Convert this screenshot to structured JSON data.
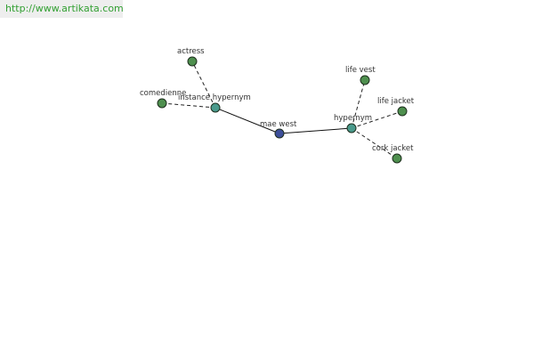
{
  "banner": {
    "url": "http://www.artikata.com"
  },
  "colors": {
    "root_node": "#3d4f9a",
    "relation_node": "#4a9a8c",
    "leaf_node": "#4e8f4e",
    "banner_text": "#33a033"
  },
  "graph": {
    "root": {
      "label": "mae west"
    },
    "relations": [
      {
        "id": "instance",
        "label": "instance hypernym"
      },
      {
        "id": "hypernym",
        "label": "hypernym"
      }
    ],
    "leaves": [
      {
        "id": "actress",
        "relation": "instance",
        "label": "actress"
      },
      {
        "id": "comedienne",
        "relation": "instance",
        "label": "comedienne"
      },
      {
        "id": "life-vest",
        "relation": "hypernym",
        "label": "life vest"
      },
      {
        "id": "life-jacket",
        "relation": "hypernym",
        "label": "life jacket"
      },
      {
        "id": "cork-jacket",
        "relation": "hypernym",
        "label": "cork jacket"
      }
    ]
  }
}
